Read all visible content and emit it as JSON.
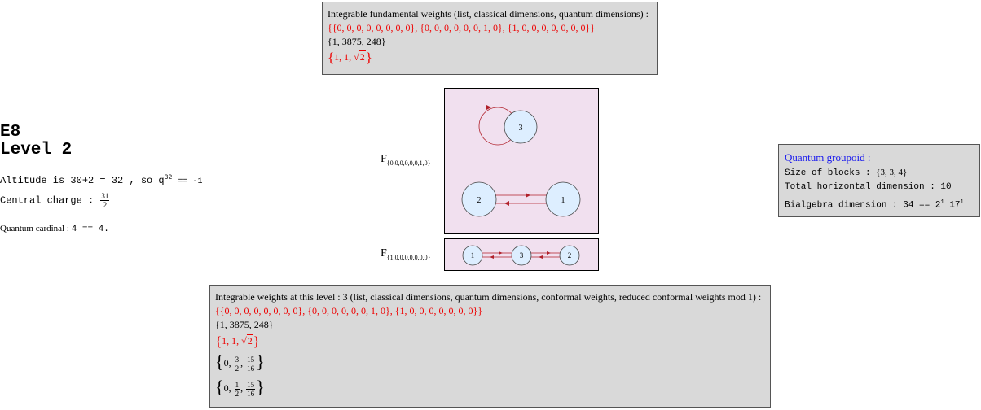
{
  "top_box": {
    "header": "Integrable fundamental weights (list, classical dimensions, quantum dimensions) :",
    "weights": "{{0, 0, 0, 0, 0, 0, 0, 0}, {0, 0, 0, 0, 0, 0, 1, 0}, {1, 0, 0, 0, 0, 0, 0, 0}}",
    "classical": "{1, 3875, 248}",
    "quantum_prefix": "1, 1, ",
    "quantum_sqrt": "2"
  },
  "left_panel": {
    "group": "E8",
    "level": "Level 2",
    "altitude_text": "Altitude is 30+2 = 32 , so q",
    "altitude_exp": "32",
    "altitude_tail": "== -1",
    "central_charge_label": "Central charge : ",
    "central_charge_num": "31",
    "central_charge_den": "2",
    "cardinal_label": "Quantum cardinal : ",
    "cardinal_value": "4 == 4."
  },
  "graph1": {
    "label": "F",
    "subscript": "{0,0,0,0,0,0,1,0}",
    "nodes": [
      "3",
      "2",
      "1"
    ],
    "background": "#f1e0ef",
    "node_fill": "#ddeeff",
    "edge_color": "#b0202a"
  },
  "graph2": {
    "label": "F",
    "subscript": "{1,0,0,0,0,0,0,0}",
    "nodes": [
      "1",
      "3",
      "2"
    ]
  },
  "groupoid": {
    "title": "Quantum groupoid :",
    "blocks_label": "Size of blocks : ",
    "blocks_value": "{3, 3, 4}",
    "horizontal": "Total horizontal dimension : 10",
    "bialgebra_text": "Bialgebra dimension : 34 == 2",
    "bialgebra_exp1": "1",
    "bialgebra_base2": " 17",
    "bialgebra_exp2": "1"
  },
  "bottom_box": {
    "header": "Integrable weights at this level : 3 (list, classical dimensions, quantum dimensions, conformal weights, reduced conformal weights mod 1) :",
    "weights": "{{0, 0, 0, 0, 0, 0, 0, 0}, {0, 0, 0, 0, 0, 0, 1, 0}, {1, 0, 0, 0, 0, 0, 0, 0}}",
    "classical": "{1, 3875, 248}",
    "quantum_prefix": "1, 1, ",
    "quantum_sqrt": "2",
    "conformal": {
      "first": "0, ",
      "f1_num": "3",
      "f1_den": "2",
      "f2_num": "15",
      "f2_den": "16"
    },
    "reduced": {
      "first": "0, ",
      "f1_num": "1",
      "f1_den": "2",
      "f2_num": "15",
      "f2_den": "16"
    }
  }
}
